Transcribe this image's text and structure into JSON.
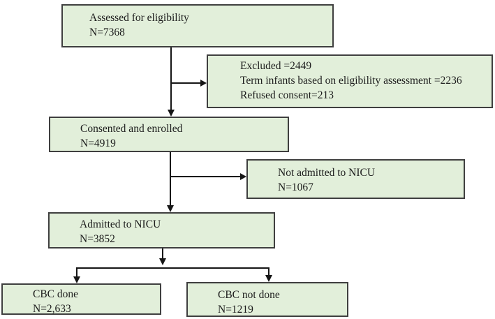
{
  "diagram": {
    "boxes": {
      "assessed": {
        "lines": [
          "Assessed for eligibility",
          "N=7368"
        ]
      },
      "excluded": {
        "lines": [
          "Excluded =2449",
          "Term infants based on eligibility assessment =2236",
          "Refused consent=213"
        ]
      },
      "consented": {
        "lines": [
          "Consented and enrolled",
          "N=4919"
        ]
      },
      "not_admitted": {
        "lines": [
          "Not admitted to NICU",
          "N=1067"
        ]
      },
      "admitted": {
        "lines": [
          "Admitted to NICU",
          "N=3852"
        ]
      },
      "cbc_done": {
        "lines": [
          "CBC done",
          "N=2,633"
        ]
      },
      "cbc_not_done": {
        "lines": [
          "CBC not done",
          "N=1219"
        ]
      }
    },
    "colors": {
      "box_fill": "#e2efda",
      "box_border": "#3f3f3f",
      "arrow": "#161616",
      "background": "#ffffff",
      "text": "#1c1c1c"
    }
  }
}
